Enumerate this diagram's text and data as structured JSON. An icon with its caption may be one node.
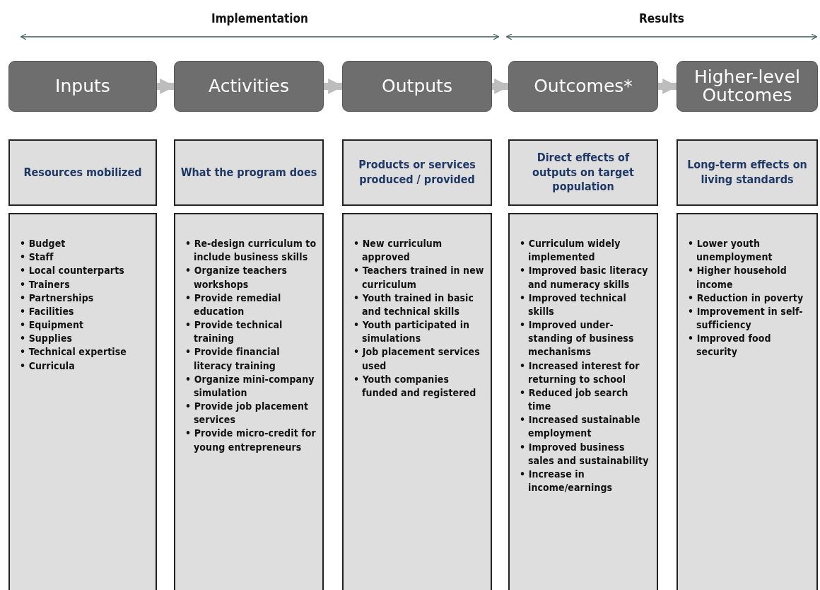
{
  "diagram": {
    "nodes": [
      {
        "text": [
          "Inputs"
        ]
      },
      {
        "text": [
          "Activities"
        ]
      },
      {
        "text": [
          "Outputs"
        ]
      },
      {
        "text": [
          "Outcomes*"
        ]
      },
      {
        "text": [
          "Higher-level Outcomes"
        ]
      },
      {
        "text": [
          "Resources mobilized"
        ]
      },
      {
        "text": [
          "What the program does"
        ]
      },
      {
        "text": [
          "Products or services produced / provided"
        ]
      },
      {
        "text": [
          "Direct effects of outputs on target population"
        ]
      },
      {
        "text": [
          "Long-term effects on living standards"
        ]
      },
      {
        "text": [
          "• Budget",
          "• Staff",
          "• Local counterparts",
          "• Trainers",
          "• Partnerships",
          "• Facilities",
          "• Equipment",
          "• Supplies",
          "• Technical expertise",
          "• Curricula"
        ]
      },
      {
        "text": [
          "• Re-design curriculum to include business skills",
          "• Organize teachers workshops",
          "• Provide remedial education",
          "• Provide technical training",
          "• Provide financial literacy training",
          "• Organize mini-company simulation",
          "• Provide job placement services",
          "• Provide micro-credit for young entrepreneurs"
        ]
      },
      {
        "text": [
          "• New curriculum approved",
          "• Teachers trained in new curriculum",
          "• Youth trained in basic and technical skills",
          "• Youth participated in simulations",
          "• Job placement services used",
          "• Youth companies funded and registered"
        ]
      },
      {
        "text": [
          "• Curriculum widely implemented",
          "• Improved basic literacy and numeracy skills",
          "• Improved technical skills",
          "• Improved under-standing of business mechanisms",
          "• Increased interest for returning to school",
          "• Reduced job search time",
          "• Increased sustainable employment",
          "• Improved business sales and sustainability",
          "• Increase in income/earnings"
        ]
      },
      {
        "text": [
          "• Lower youth unemployment",
          "• Higher household income",
          "• Reduction in poverty",
          "• Improvement in self-sufficiency",
          "• Improved food security"
        ]
      }
    ],
    "edges": [
      {
        "from": 0,
        "to": 1,
        "arrow": "to"
      },
      {
        "from": 1,
        "to": 2,
        "arrow": "to"
      },
      {
        "from": 2,
        "to": 3,
        "arrow": "to"
      },
      {
        "from": 3,
        "to": 4,
        "arrow": "to"
      }
    ],
    "labels": [
      "Implementation",
      "Results"
    ]
  }
}
